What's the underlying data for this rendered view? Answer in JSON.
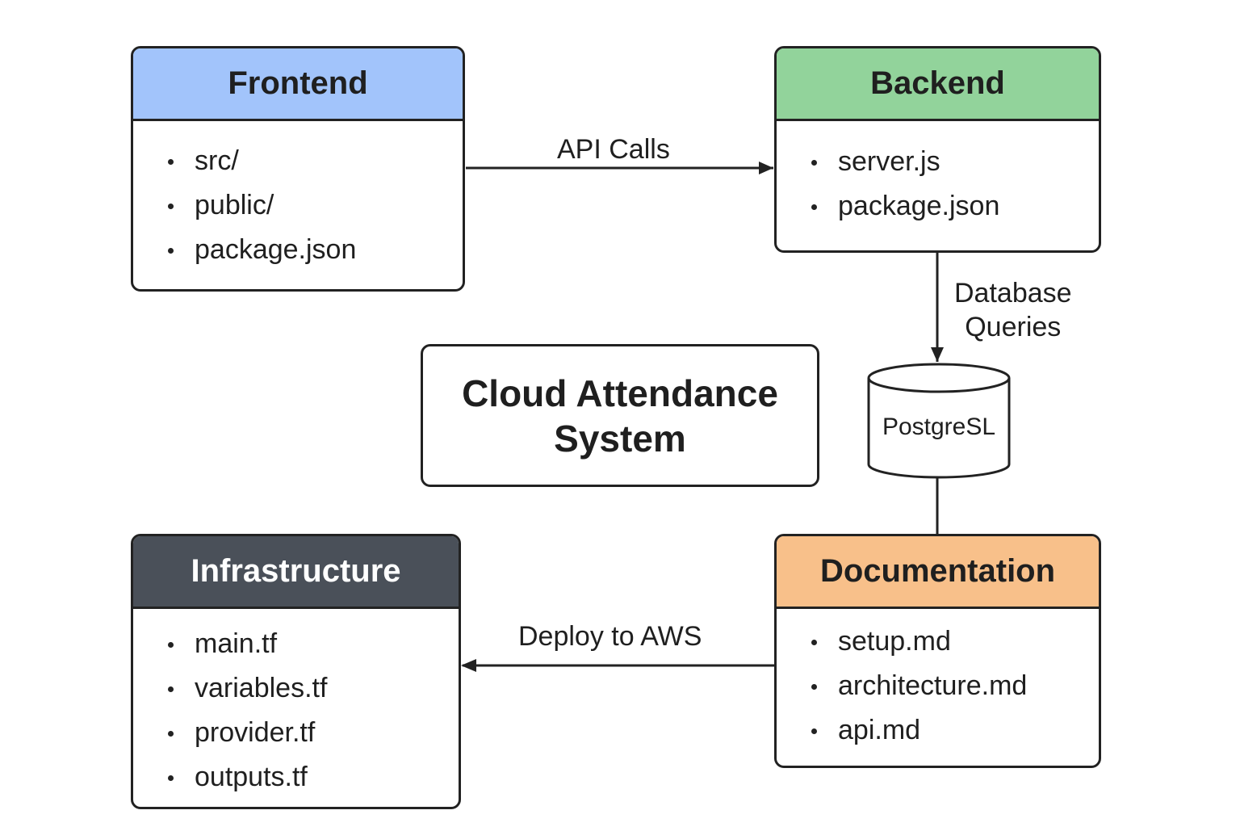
{
  "title": {
    "line1": "Cloud Attendance",
    "line2": "System"
  },
  "frontend": {
    "header": "Frontend",
    "color": "#a2c4fb",
    "items": [
      "src/",
      "public/",
      "package.json"
    ]
  },
  "backend": {
    "header": "Backend",
    "color": "#92d39b",
    "items": [
      "server.js",
      "package.json"
    ]
  },
  "infrastructure": {
    "header": "Infrastructure",
    "color": "#4a5059",
    "items": [
      "main.tf",
      "variables.tf",
      "provider.tf",
      "outputs.tf"
    ]
  },
  "documentation": {
    "header": "Documentation",
    "color": "#f8c08a",
    "items": [
      "setup.md",
      "architecture.md",
      "api.md"
    ]
  },
  "database": {
    "label": "PostgreSL"
  },
  "edges": {
    "api_calls": "API Calls",
    "db_queries_line1": "Database",
    "db_queries_line2": "Queries",
    "deploy": "Deploy to AWS"
  }
}
